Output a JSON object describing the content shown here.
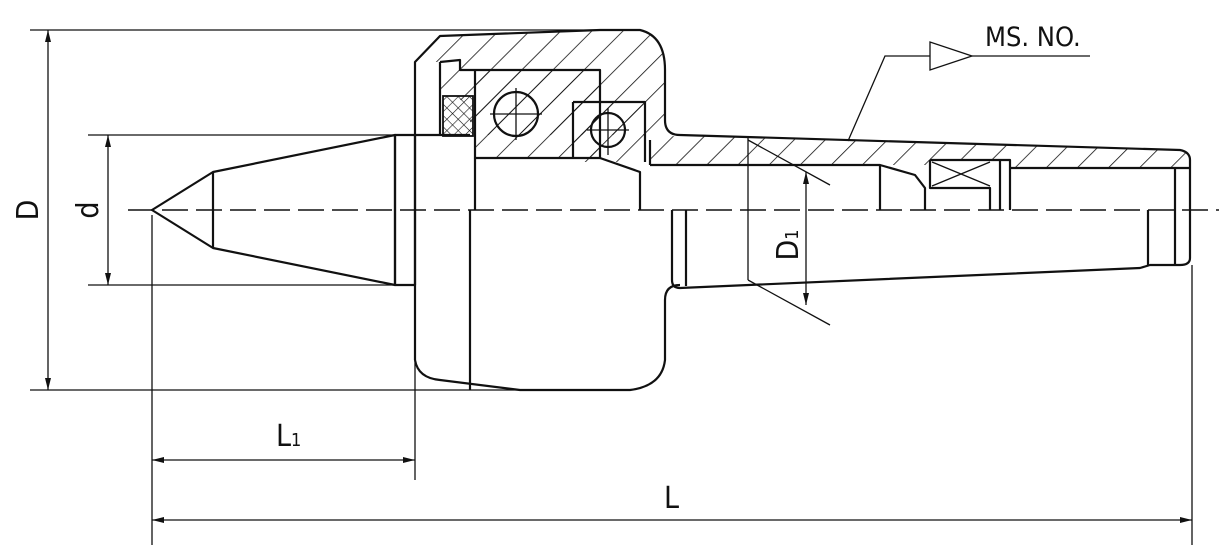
{
  "drawing": {
    "labels": {
      "D": "D",
      "d": "d",
      "D1_main": "D",
      "D1_sub": "1",
      "L1_main": "L",
      "L1_sub": "1",
      "L": "L",
      "taper": "MS. NO."
    },
    "line_color": "#111111",
    "background": "#ffffff"
  }
}
